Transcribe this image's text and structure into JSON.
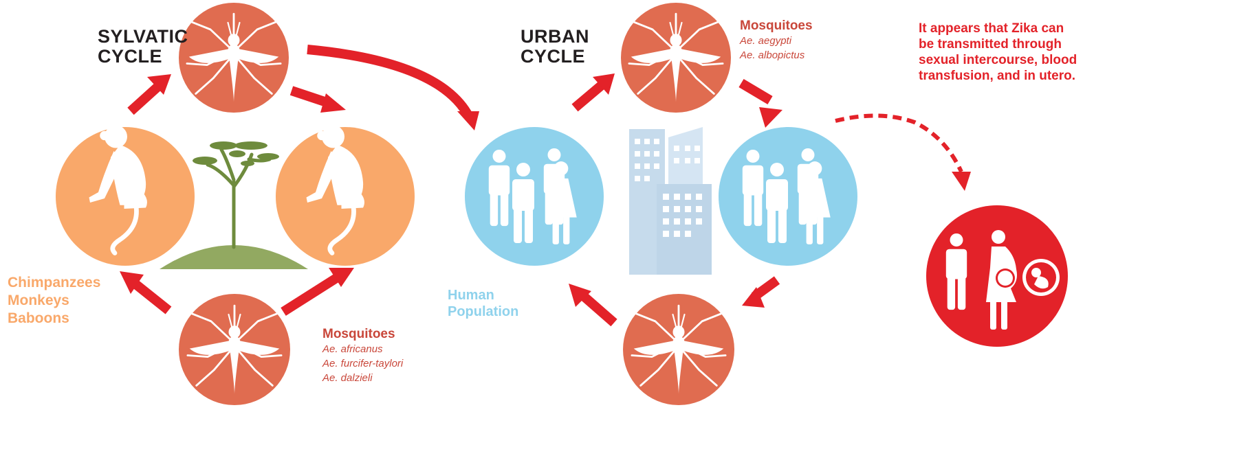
{
  "sylvatic": {
    "title_line1": "SYLVATIC",
    "title_line2": "CYCLE",
    "hosts": [
      "Chimpanzees",
      "Monkeys",
      "Baboons"
    ],
    "mosquito_heading": "Mosquitoes",
    "mosquito_species": [
      "Ae. africanus",
      "Ae. furcifer-taylori",
      "Ae. dalzieli"
    ]
  },
  "urban": {
    "title_line1": "URBAN",
    "title_line2": "CYCLE",
    "hosts": [
      "Human",
      "Population"
    ],
    "mosquito_heading": "Mosquitoes",
    "mosquito_species": [
      "Ae. aegypti",
      "Ae. albopictus"
    ]
  },
  "note": "It appears that Zika can be transmitted through sexual intercourse, blood transfusion, and in utero.",
  "colors": {
    "mosquito_circle": "#e06c50",
    "primate_circle": "#f9a86a",
    "human_circle": "#8fd2ec",
    "arrow": "#e32229",
    "transmission_circle": "#e32229",
    "tree": "#6e8b3d",
    "hill": "#7f9a45",
    "building": "#b3cfe6",
    "sylvatic_text": "#f9a86a",
    "human_text": "#8fd2ec",
    "note_text": "#e32229"
  },
  "icons": {
    "mosquito": "mosquito-icon",
    "monkey": "monkey-icon",
    "tree": "acacia-tree-icon",
    "people": "people-group-icon",
    "city": "city-buildings-icon",
    "transmission": "couple-pregnancy-fetus-icon"
  }
}
